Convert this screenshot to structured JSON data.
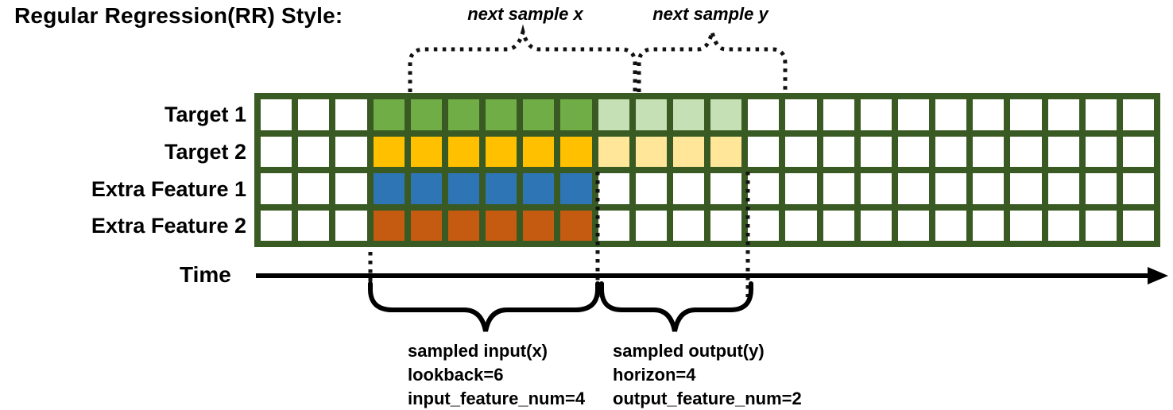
{
  "title": "Regular Regression(RR) Style:",
  "diagram": {
    "rows": [
      {
        "label": "Target 1",
        "solid_color": "#70AD47",
        "light_color": "#C5E0B4"
      },
      {
        "label": "Target 2",
        "solid_color": "#FFC000",
        "light_color": "#FFE699"
      },
      {
        "label": "Extra Feature 1",
        "solid_color": "#2E75B6",
        "light_color": null
      },
      {
        "label": "Extra Feature 2",
        "solid_color": "#C55A11",
        "light_color": null
      }
    ],
    "columns": {
      "total": 24,
      "lead_empty": 3,
      "input": 6,
      "horizon": 4,
      "trail_empty": 11
    },
    "grid_border_color": "#3A5A23",
    "empty_cell_color": "#FFFFFF",
    "time_axis_label": "Time",
    "annotations": {
      "next_sample_x": "next sample x",
      "next_sample_y": "next sample y",
      "input_block": [
        "sampled input(x)",
        "lookback=6",
        "input_feature_num=4"
      ],
      "output_block": [
        "sampled output(y)",
        "horizon=4",
        "output_feature_num=2"
      ]
    }
  }
}
